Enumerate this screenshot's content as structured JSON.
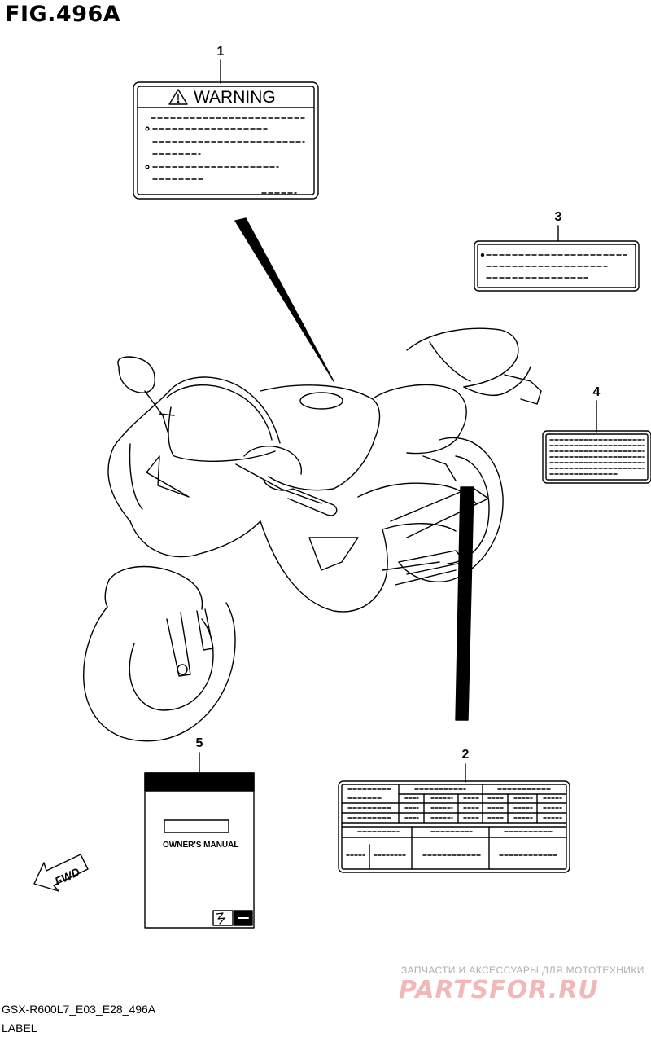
{
  "figure": {
    "title": "FIG.496A",
    "code": "GSX-R600L7_E03_E28_496A",
    "section_label": "LABEL"
  },
  "callouts": [
    "1",
    "2",
    "3",
    "4",
    "5"
  ],
  "label_1": {
    "heading": "WARNING",
    "icon": "warning-triangle-icon"
  },
  "label_5": {
    "title": "OWNER'S MANUAL",
    "logo": "suzuki-logo-icon"
  },
  "fwd_arrow": {
    "text": "FWD",
    "icon": "forward-arrow-icon"
  },
  "watermark": {
    "tagline": "ЗАПЧАСТИ И АКСЕССУАРЫ ДЛЯ МОТОТЕХНИКИ",
    "brand": "PARTSFOR.RU"
  }
}
